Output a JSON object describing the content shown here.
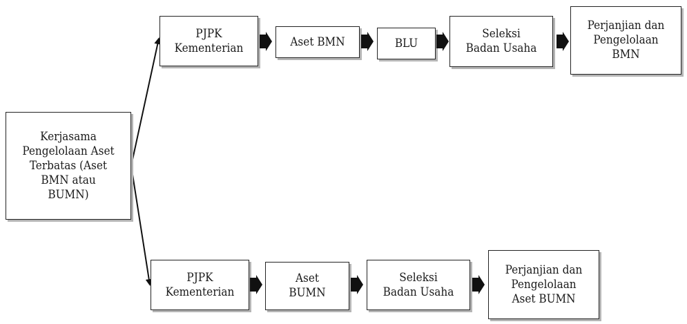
{
  "diagram": {
    "root": {
      "label": "Kerjasama\nPengelolaan Aset\nTerbatas (Aset\nBMN atau\nBUMN)"
    },
    "top_flow": {
      "steps": [
        {
          "label": "PJPK\nKementerian"
        },
        {
          "label": "Aset BMN"
        },
        {
          "label": "BLU"
        },
        {
          "label": "Seleksi\nBadan Usaha"
        },
        {
          "label": "Perjanjian dan\nPengelolaan\nBMN"
        }
      ]
    },
    "bottom_flow": {
      "steps": [
        {
          "label": "PJPK\nKementerian"
        },
        {
          "label": "Aset\nBUMN"
        },
        {
          "label": "Seleksi\nBadan Usaha"
        },
        {
          "label": "Perjanjian dan\nPengelolaan\nAset BUMN"
        }
      ]
    },
    "colors": {
      "border": "#222222",
      "shadow": "#b5b5b5",
      "arrow": "#111111"
    }
  }
}
